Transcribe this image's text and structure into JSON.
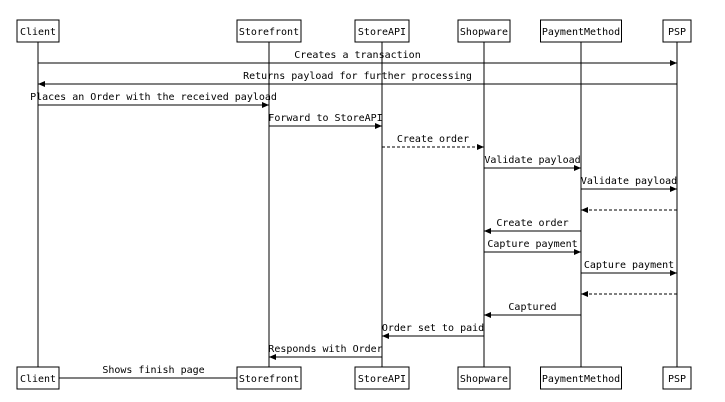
{
  "participants": [
    {
      "id": "client",
      "label": "Client"
    },
    {
      "id": "storefront",
      "label": "Storefront"
    },
    {
      "id": "storeapi",
      "label": "StoreAPI"
    },
    {
      "id": "shopware",
      "label": "Shopware"
    },
    {
      "id": "paymentmethod",
      "label": "PaymentMethod"
    },
    {
      "id": "psp",
      "label": "PSP"
    }
  ],
  "messages": [
    {
      "from": "client",
      "to": "psp",
      "label": "Creates a transaction",
      "dashed": false
    },
    {
      "from": "psp",
      "to": "client",
      "label": "Returns payload for further processing",
      "dashed": false
    },
    {
      "from": "client",
      "to": "storefront",
      "label": "Places an Order with the received payload",
      "dashed": false
    },
    {
      "from": "storefront",
      "to": "storeapi",
      "label": "Forward to StoreAPI",
      "dashed": false
    },
    {
      "from": "storeapi",
      "to": "shopware",
      "label": "Create order",
      "dashed": true
    },
    {
      "from": "shopware",
      "to": "paymentmethod",
      "label": "Validate payload",
      "dashed": false
    },
    {
      "from": "paymentmethod",
      "to": "psp",
      "label": "Validate payload",
      "dashed": false
    },
    {
      "from": "psp",
      "to": "paymentmethod",
      "label": "",
      "dashed": true
    },
    {
      "from": "paymentmethod",
      "to": "shopware",
      "label": "Create order",
      "dashed": false
    },
    {
      "from": "shopware",
      "to": "paymentmethod",
      "label": "Capture payment",
      "dashed": false
    },
    {
      "from": "paymentmethod",
      "to": "psp",
      "label": "Capture payment",
      "dashed": false
    },
    {
      "from": "psp",
      "to": "paymentmethod",
      "label": "",
      "dashed": true
    },
    {
      "from": "paymentmethod",
      "to": "shopware",
      "label": "Captured",
      "dashed": false
    },
    {
      "from": "shopware",
      "to": "storeapi",
      "label": "Order set to paid",
      "dashed": false
    },
    {
      "from": "storeapi",
      "to": "storefront",
      "label": "Responds with Order",
      "dashed": false
    },
    {
      "from": "storefront",
      "to": "client",
      "label": "Shows finish page",
      "dashed": false
    }
  ],
  "colors": {
    "line": "#000000",
    "box_fill": "#ffffff",
    "background": "#ffffff"
  }
}
